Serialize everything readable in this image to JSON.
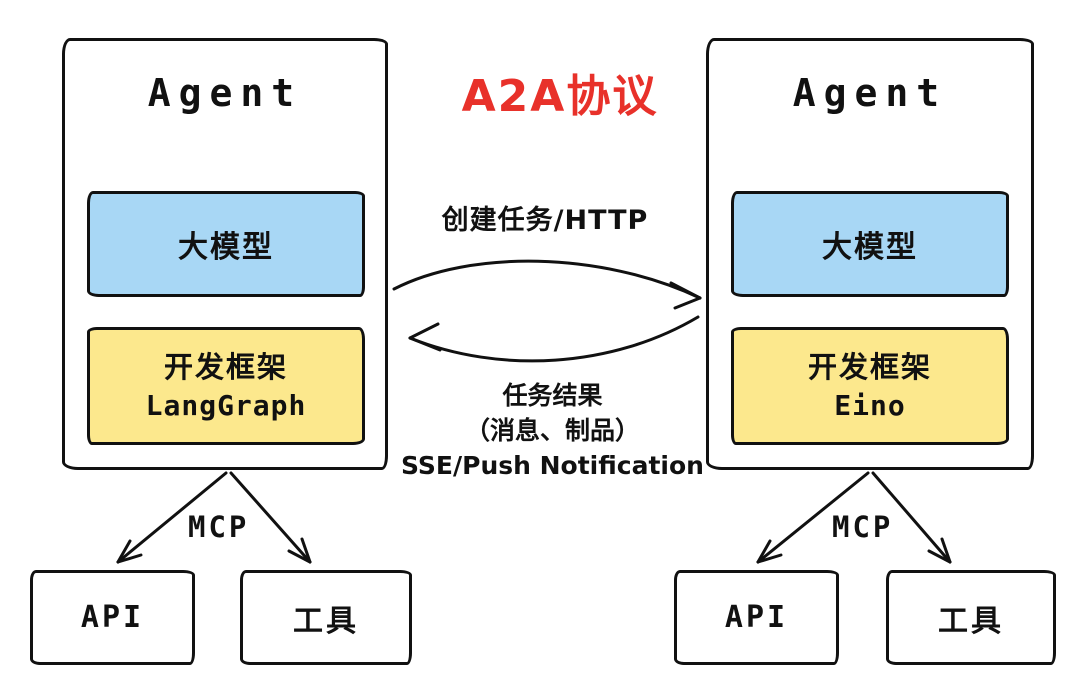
{
  "title": "A2A协议",
  "connections": {
    "top_label": "创建任务/HTTP",
    "bottom_label_line1": "任务结果",
    "bottom_label_line2": "（消息、制品）",
    "bottom_label_line3": "SSE/Push Notification"
  },
  "agents": [
    {
      "title": "Agent",
      "model_label": "大模型",
      "framework_label": "开发框架",
      "framework_name": "LangGraph",
      "mcp_label": "MCP",
      "tools": [
        {
          "label": "API"
        },
        {
          "label": "工具"
        }
      ]
    },
    {
      "title": "Agent",
      "model_label": "大模型",
      "framework_label": "开发框架",
      "framework_name": "Eino",
      "mcp_label": "MCP",
      "tools": [
        {
          "label": "API"
        },
        {
          "label": "工具"
        }
      ]
    }
  ],
  "colors": {
    "title_red": "#e8312a",
    "model_blue": "#a8d7f5",
    "framework_yellow": "#fce88d",
    "ink": "#111111"
  }
}
